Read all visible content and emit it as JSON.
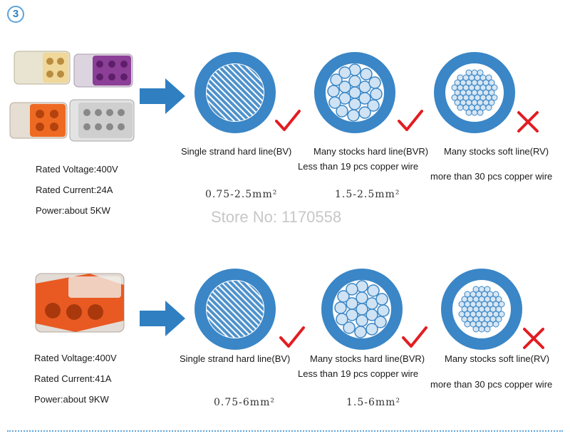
{
  "step_number": "3",
  "watermark": "Store No: 1170558",
  "colors": {
    "ring": "#3a86c6",
    "check": "#e21d23",
    "cross": "#e21d23",
    "arrow": "#2f7fc1"
  },
  "sections": [
    {
      "specs": {
        "voltage": "Rated Voltage:400V",
        "current": "Rated Current:24A",
        "power": "Power:about 5KW"
      },
      "wires": [
        {
          "label": "Single strand hard line(BV)",
          "note": "",
          "range": "0.75-2.5mm²",
          "status": "check-icon"
        },
        {
          "label": "Many stocks hard line(BVR)",
          "note": "Less than 19 pcs copper wire",
          "range": "1.5-2.5mm²",
          "status": "check-icon"
        },
        {
          "label": "Many stocks soft line(RV)",
          "note": "more than 30 pcs copper wire",
          "range": "",
          "status": "cross-icon"
        }
      ]
    },
    {
      "specs": {
        "voltage": "Rated Voltage:400V",
        "current": "Rated Current:41A",
        "power": "Power:about 9KW"
      },
      "wires": [
        {
          "label": "Single strand hard line(BV)",
          "note": "",
          "range": "0.75-6mm²",
          "status": "check-icon"
        },
        {
          "label": "Many stocks hard line(BVR)",
          "note": "Less than 19 pcs copper wire",
          "range": "1.5-6mm²",
          "status": "check-icon"
        },
        {
          "label": "Many stocks soft line(RV)",
          "note": "more than 30 pcs copper wire",
          "range": "",
          "status": "cross-icon"
        }
      ]
    }
  ]
}
